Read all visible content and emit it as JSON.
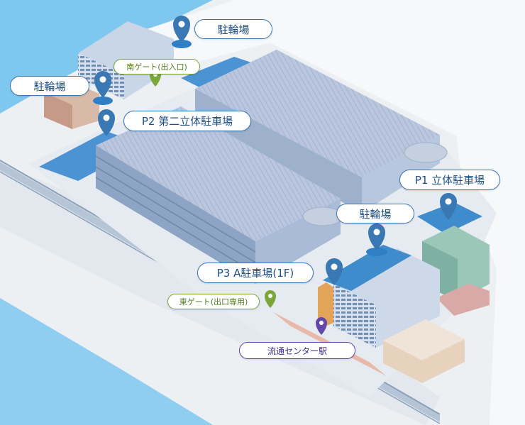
{
  "labels": {
    "parking_top": "駐輪場",
    "parking_left": "駐輪場",
    "parking_mid": "駐輪場",
    "south_gate": "南ゲート(出入口)",
    "p2": "P2 第二立体駐車場",
    "p1": "P1 立体駐車場",
    "p3": "P3 A駐車場(1F)",
    "east_gate": "東ゲート(出口専用)",
    "station": "流通センター駅"
  },
  "icons": {
    "parking_pin": "map-pin-icon",
    "gate_pin": "map-pin-icon",
    "station_pin": "map-pin-icon"
  },
  "colors": {
    "parking": "#3a78b4",
    "gate": "#7aa63a",
    "station": "#6248a8",
    "water": "#7ec7ef",
    "ground": "#edf0f3"
  }
}
